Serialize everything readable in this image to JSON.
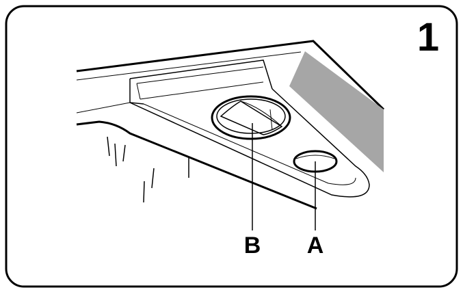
{
  "figure": {
    "step_number": "1",
    "callouts": {
      "a": "A",
      "b": "B"
    },
    "colors": {
      "line": "#000000",
      "shade": "#a6a6a6",
      "background": "#ffffff"
    }
  }
}
